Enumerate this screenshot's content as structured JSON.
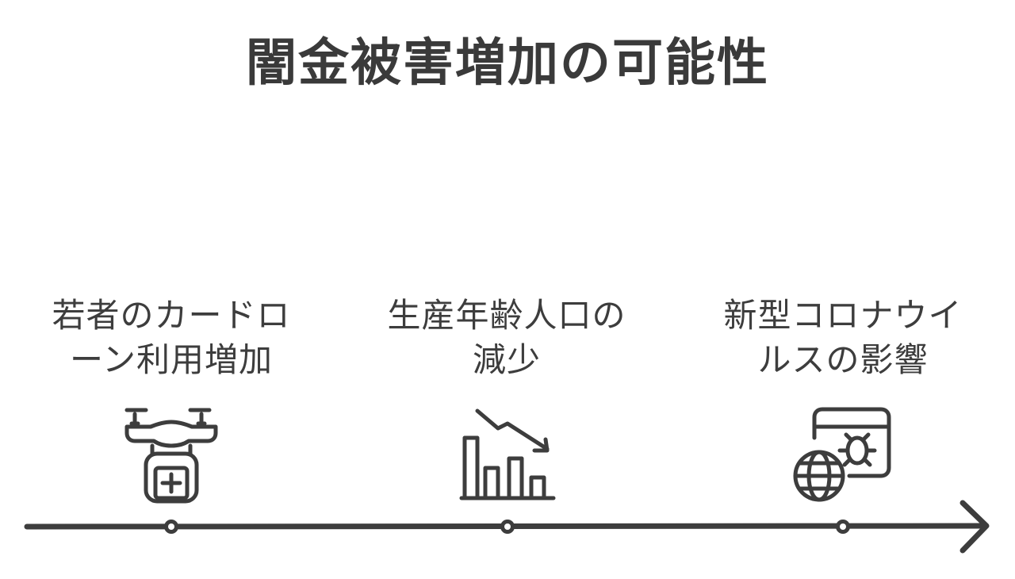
{
  "title": "闇金被害増加の可能性",
  "events": [
    {
      "label_line1": "若者のカードロ",
      "label_line2": "ーン利用増加",
      "icon": "drone-delivery-icon"
    },
    {
      "label_line1": "生産年齢人口の",
      "label_line2": "減少",
      "icon": "declining-bar-chart-icon"
    },
    {
      "label_line1": "新型コロナウイ",
      "label_line2": "ルスの影響",
      "icon": "globe-virus-browser-icon"
    }
  ],
  "colors": {
    "ink": "#3d3d3d",
    "background": "#ffffff"
  }
}
